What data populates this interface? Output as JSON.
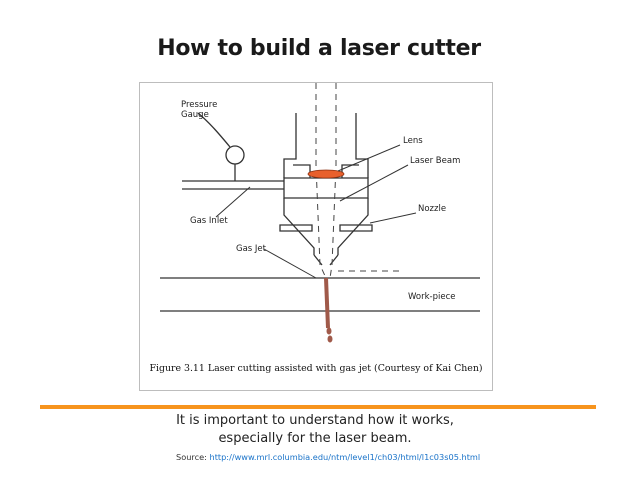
{
  "slide": {
    "title": "How to build a laser cutter",
    "caption_line1": "It is important to understand how it works,",
    "caption_line2": "especially for the laser beam.",
    "source_label": "Source:",
    "source_url": "http://www.mrl.columbia.edu/ntm/level1/ch03/html/l1c03s05.html"
  },
  "diagram": {
    "labels": {
      "pressure_gauge_1": "Pressure",
      "pressure_gauge_2": "Gauge",
      "lens": "Lens",
      "laser_beam": "Laser Beam",
      "nozzle": "Nozzle",
      "gas_inlet": "Gas Inlet",
      "gas_jet": "Gas Jet",
      "work_piece": "Work-piece"
    },
    "figure_caption": "Figure 3.11 Laser cutting assisted with gas jet (Courtesy of Kai Chen)",
    "colors": {
      "lens": "#e8602c",
      "kerf": "#a05a4a",
      "accent": "#f7941d"
    }
  }
}
